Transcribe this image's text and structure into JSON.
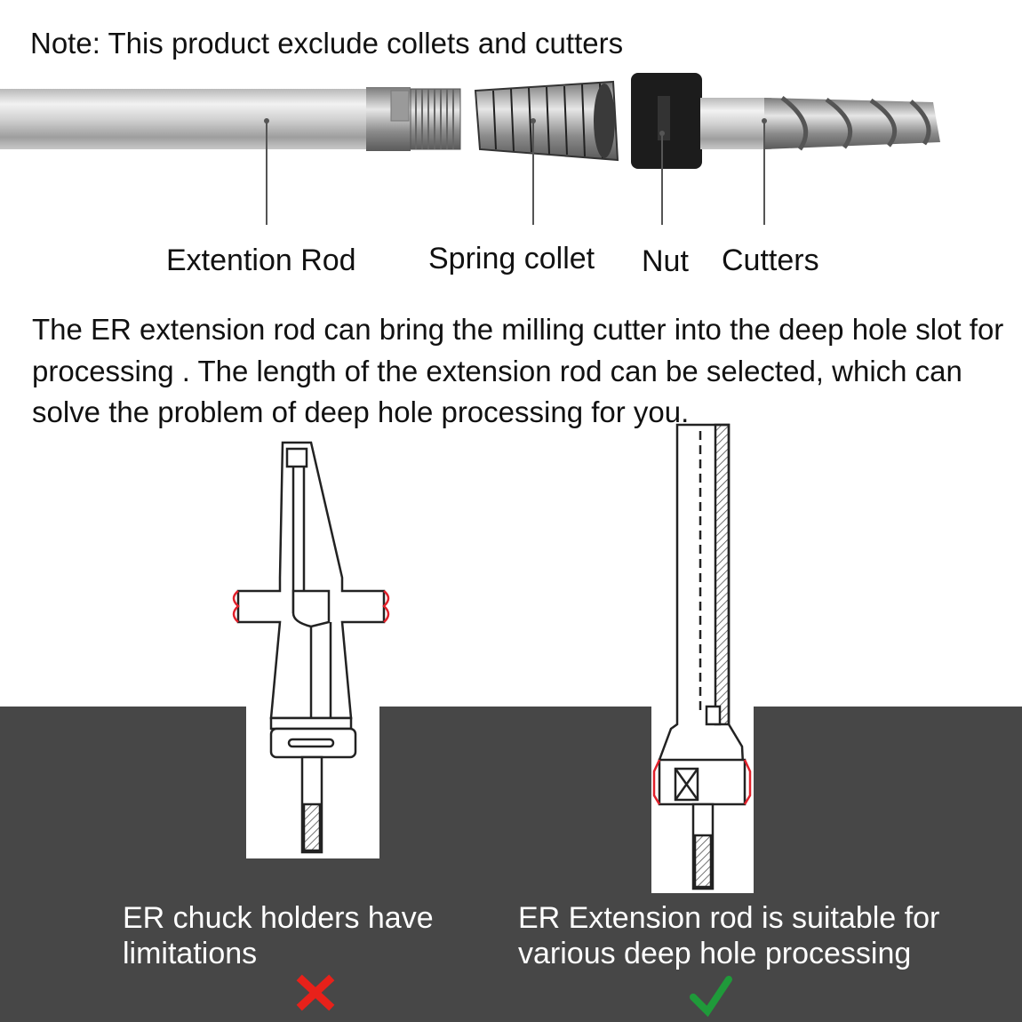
{
  "note": "Note: This product exclude collets and cutters",
  "parts": {
    "rod": "Extention Rod",
    "collet": "Spring collet",
    "nut": "Nut",
    "cutters": "Cutters"
  },
  "description": "The ER extension rod can bring the milling cutter into the deep hole slot for processing . The length of the extension rod can be selected, which can solve the problem of deep hole processing for you.",
  "captions": {
    "left": "ER chuck holders have limitations",
    "right": "ER Extension rod is suitable for various deep hole processing"
  },
  "colors": {
    "background": "#ffffff",
    "ground": "#474747",
    "cross": "#e8211a",
    "check": "#1f9a3a",
    "highlight": "#e0202a"
  },
  "icons": {
    "left_mark": "red-x-icon",
    "right_mark": "green-check-icon"
  }
}
